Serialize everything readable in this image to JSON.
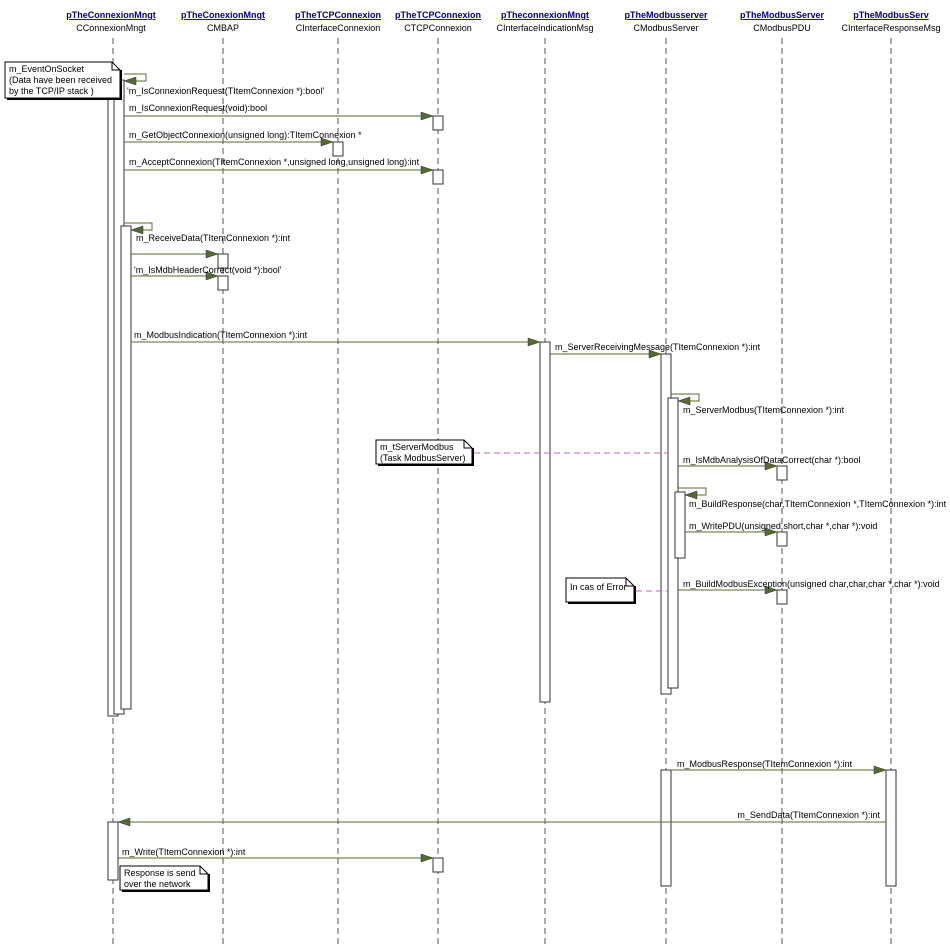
{
  "objects": [
    {
      "name": "pTheConnexionMngt",
      "class": "CConnexionMngt"
    },
    {
      "name": "pTheConexionMngt",
      "class": "CMBAP"
    },
    {
      "name": "pTheTCPConnexion",
      "class": "CInterfaceConnexion"
    },
    {
      "name": "pTheTCPConnexion",
      "class": "CTCPConnexion"
    },
    {
      "name": "pTheconnexionMngt",
      "class": "CInterfaceIndicationMsg"
    },
    {
      "name": "pTheModbusserver",
      "class": "CModbusServer"
    },
    {
      "name": "pTheModbusServer",
      "class": "CModbusPDU"
    },
    {
      "name": "pTheModbusServ",
      "class": "CInterfaceResponseMsg"
    }
  ],
  "messages": [
    "'m_IsConnexionRequest(TItemConnexion *):bool'",
    "m_IsConnexionRequest(void):bool",
    "m_GetObjectConnexion(unsigned long):TItemConnexion *",
    "m_AcceptConnexion(TItemConnexion *,unsigned long,unsigned long):int",
    "m_ReceiveData(TItemConnexion *):int",
    "'m_IsMdbHeaderCorrect(void *):bool'",
    "m_ModbusIndication(TItemConnexion *):int",
    "m_ServerReceivingMessage(TItemConnexion *):int",
    "m_ServerModbus(TItemConnexion *):int",
    "m_IsMdbAnalysisOfDataCorrect(char *):bool",
    "m_BuildResponse(char,TItemConnexion *,TItemConnexion *):int",
    "m_WritePDU(unsigned short,char *,char *):void",
    "m_BuildModbusException(unsigned char,char,char *,char *):void",
    "m_ModbusResponse(TItemConnexion *):int",
    "m_SendData(TItemConnexion *):int",
    "m_Write(TItemConnexion *):int"
  ],
  "notes": {
    "event_socket": [
      "m_EventOnSocket",
      "(Data have been received",
      "by the TCP/IP stack )"
    ],
    "server_task": [
      "m_tServerModbus",
      "(Task ModbusServer)"
    ],
    "error_case": [
      "In cas of Error"
    ],
    "response_sent": [
      "Response is send",
      "over the network"
    ]
  }
}
